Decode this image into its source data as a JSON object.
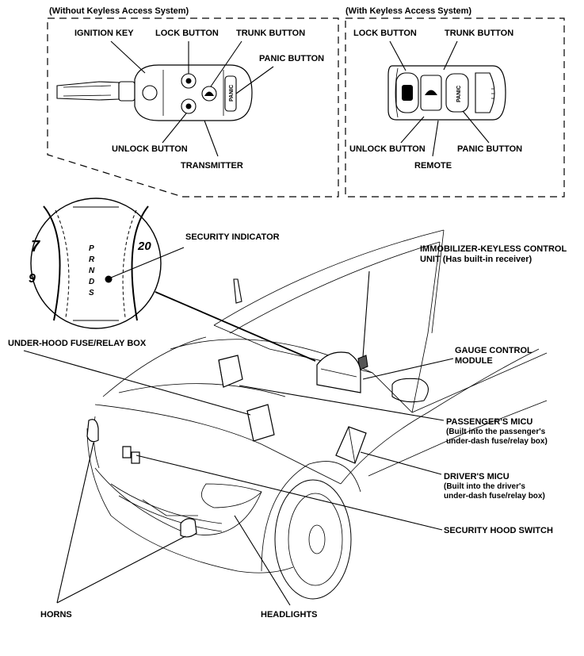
{
  "diagram": {
    "sections": {
      "without_keyless": "(Without Keyless Access System)",
      "with_keyless": "(With Keyless Access System)"
    },
    "fob_without": {
      "ignition_key": "IGNITION KEY",
      "lock_button": "LOCK BUTTON",
      "trunk_button": "TRUNK BUTTON",
      "panic_button": "PANIC BUTTON",
      "unlock_button": "UNLOCK BUTTON",
      "transmitter": "TRANSMITTER",
      "panic_text": "PANIC"
    },
    "fob_with": {
      "lock_button": "LOCK BUTTON",
      "trunk_button": "TRUNK BUTTON",
      "unlock_button": "UNLOCK BUTTON",
      "panic_button": "PANIC BUTTON",
      "remote": "REMOTE",
      "panic_text": "PANIC"
    },
    "gauge": {
      "num_left_top": "7",
      "num_left_bottom": "9",
      "num_right": "20",
      "gears": [
        "P",
        "R",
        "N",
        "D",
        "S"
      ]
    },
    "labels": {
      "security_indicator": "SECURITY INDICATOR",
      "immobilizer_line1": "IMMOBILIZER-KEYLESS CONTROL",
      "immobilizer_line2": "UNIT (Has built-in receiver)",
      "under_hood_fuse": "UNDER-HOOD FUSE/RELAY BOX",
      "gauge_control_line1": "GAUGE CONTROL",
      "gauge_control_line2": "MODULE",
      "passenger_micu": "PASSENGER'S MICU",
      "passenger_micu_note1": "(Built into the passenger's",
      "passenger_micu_note2": "under-dash fuse/relay box)",
      "driver_micu": "DRIVER'S MICU",
      "driver_micu_note1": "(Built into the driver's",
      "driver_micu_note2": "under-dash fuse/relay box)",
      "security_hood_switch": "SECURITY HOOD SWITCH",
      "horns": "HORNS",
      "headlights": "HEADLIGHTS"
    }
  }
}
